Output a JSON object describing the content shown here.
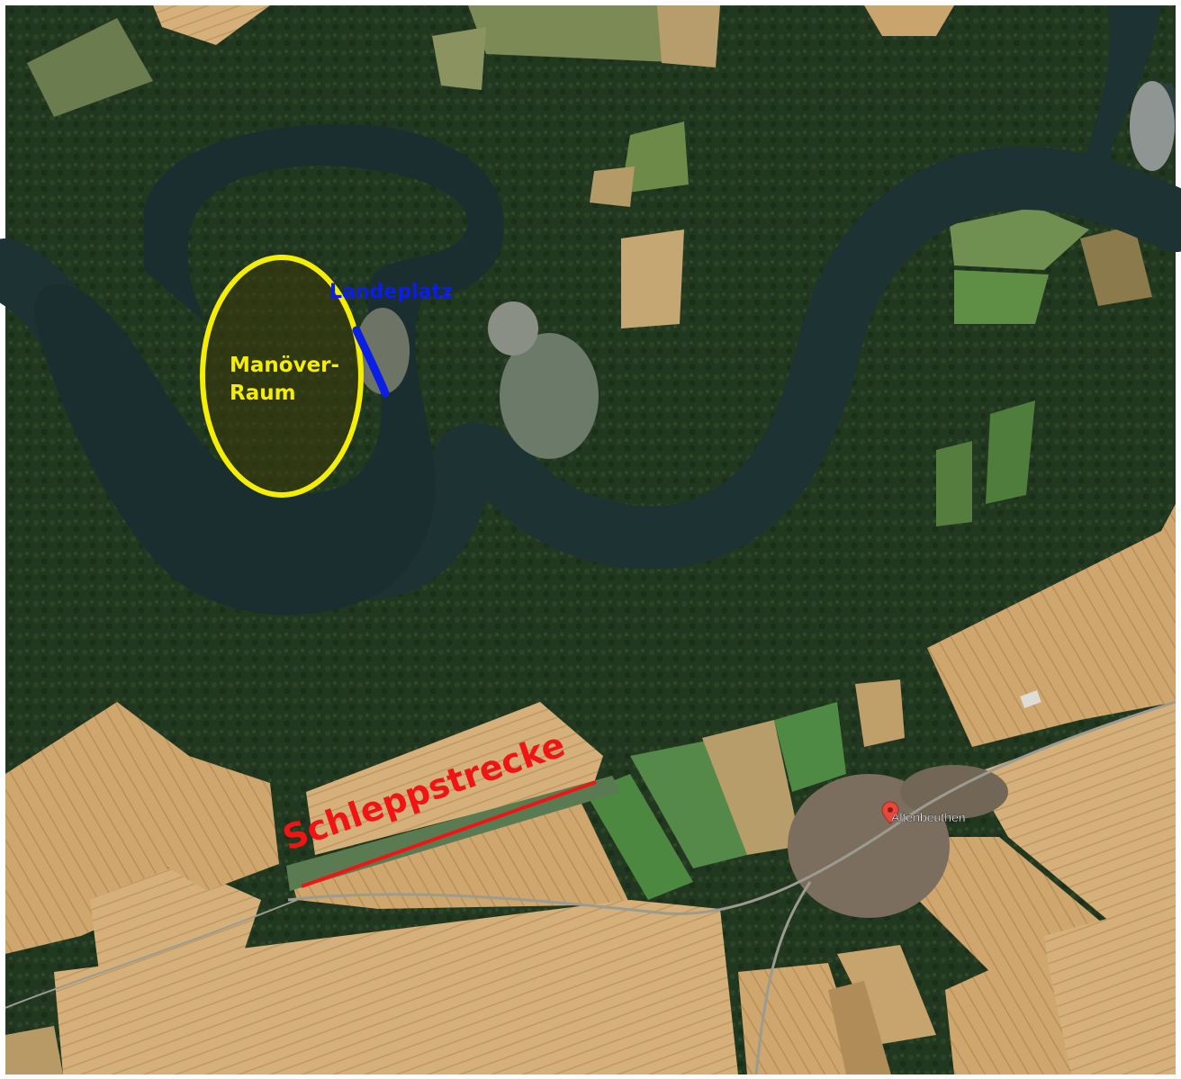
{
  "map": {
    "labels": {
      "maneuver_area_line1": "Manöver-",
      "maneuver_area_line2": "Raum",
      "landing_site": "Landeplatz",
      "tow_route": "Schleppstrecke",
      "village": "Altenbeuthen"
    },
    "annotation_colors": {
      "maneuver_area": "#f5ee00",
      "landing_site": "#0a1ee6",
      "tow_route": "#f01414",
      "village_pin": "#e8473b"
    },
    "icons": [
      "location-pin-icon"
    ]
  }
}
